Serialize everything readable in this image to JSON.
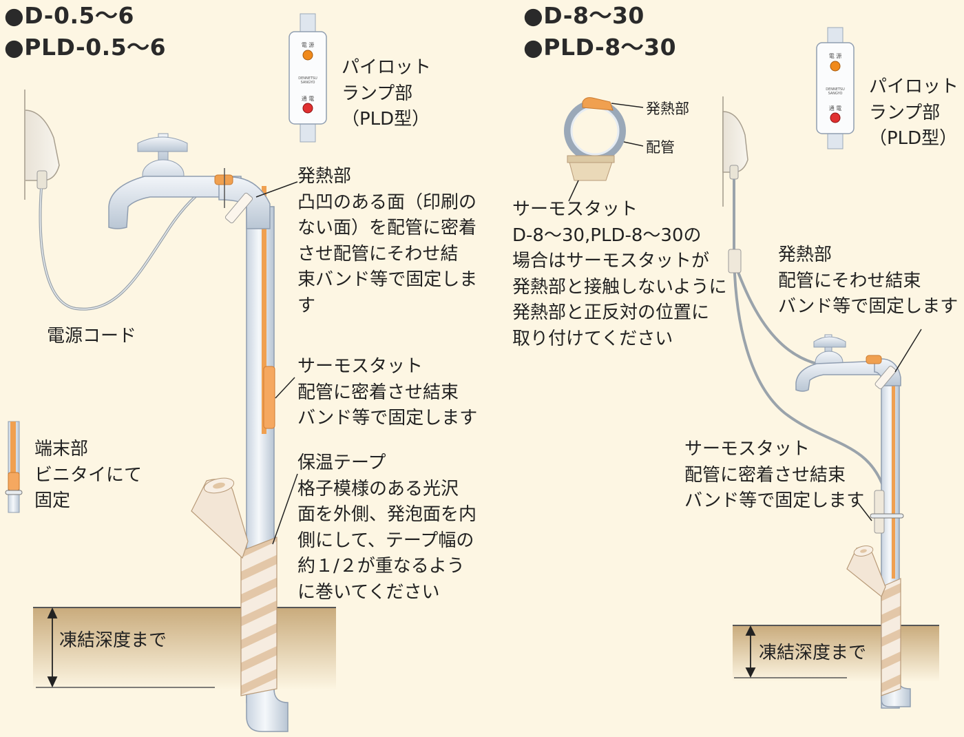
{
  "left": {
    "title_lines": [
      "●D-0.5～6",
      "●PLD-0.5～6"
    ],
    "pilot_lamp_lines": [
      "パイロット",
      "ランプ部",
      "（PLD型）"
    ],
    "lamp_labels": {
      "power": "電 源",
      "brand": [
        "DENNETSU",
        "SANGYO"
      ],
      "energized": "通 電"
    },
    "heating_part_lines": [
      "発熱部",
      "凸凹のある面（印刷の",
      "ない面）を配管に密着",
      "させ配管にそわせ結",
      "束バンド等で固定しま",
      "す"
    ],
    "power_cord_label": "電源コード",
    "thermostat_lines": [
      "サーモスタット",
      "配管に密着させ結束",
      "バンド等で固定します"
    ],
    "terminal_lines": [
      "端末部",
      "ビニタイにて",
      "固定"
    ],
    "insulation_lines": [
      "保温テープ",
      "格子模様のある光沢",
      "面を外側、発泡面を内",
      "側にして、テープ幅の",
      "約１/２が重なるよう",
      "に巻いてください"
    ],
    "frost_depth_label": "凍結深度まで"
  },
  "right": {
    "title_lines": [
      "●D-8～30",
      "●PLD-8～30"
    ],
    "pilot_lamp_lines": [
      "パイロット",
      "ランプ部",
      "（PLD型）"
    ],
    "lamp_labels": {
      "power": "電 源",
      "brand": [
        "DENNETSU",
        "SANGYO"
      ],
      "energized": "通 電"
    },
    "cross_section": {
      "heating_label": "発熱部",
      "pipe_label": "配管"
    },
    "thermostat_note_lines": [
      "サーモスタット",
      "D-8～30,PLD-8～30の",
      "場合はサーモスタットが",
      "発熱部と接触しないように",
      "発熱部と正反対の位置に",
      "取り付けてください"
    ],
    "heating_part_lines": [
      "発熱部",
      "配管にそわせ結束",
      "バンド等で固定します"
    ],
    "thermostat_lines": [
      "サーモスタット",
      "配管に密着させ結束",
      "バンド等で固定します"
    ],
    "frost_depth_label": "凍結深度まで"
  },
  "colors": {
    "background": "#fdf6e3",
    "heater_orange": "#f0a050",
    "pipe_light": "#e6ecf3",
    "pipe_edge": "#9aa8b8",
    "ground": "#d9c3a0",
    "tape": "#f3e6d6",
    "lamp_orange": "#f08a1c",
    "lamp_red": "#e03030"
  }
}
